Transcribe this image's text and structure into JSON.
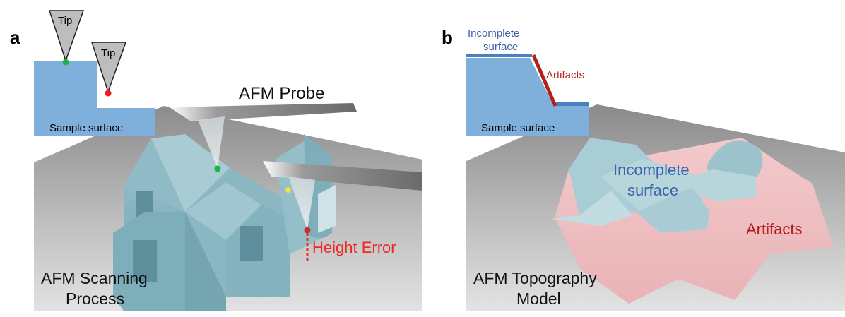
{
  "panel_a": {
    "label": "a",
    "tip_1": "Tip",
    "tip_2": "Tip",
    "sample_surface": "Sample surface",
    "probe_label": "AFM Probe",
    "height_error": "Height Error",
    "caption_line1": "AFM Scanning",
    "caption_line2": "Process"
  },
  "panel_b": {
    "label": "b",
    "incomplete_surface_top_line1": "Incomplete",
    "incomplete_surface_top_line2": "surface",
    "artifacts_top": "Artifacts",
    "sample_surface": "Sample surface",
    "incomplete_surface_mid_line1": "Incomplete",
    "incomplete_surface_mid_line2": "surface",
    "artifacts_mid": "Artifacts",
    "caption_line1": "AFM Topography",
    "caption_line2": "Model"
  },
  "colors": {
    "surface_blue": "#7fb0dc",
    "house_teal": "#9cc3cc",
    "artifact_red": "#b3211c",
    "artifact_pink": "#f1c2c4",
    "error_red": "#ee2a24",
    "label_blue": "#3b62a8",
    "tip_green": "#1db34a",
    "tip_red": "#ee1c24",
    "tip_yellow": "#f2e24a"
  }
}
